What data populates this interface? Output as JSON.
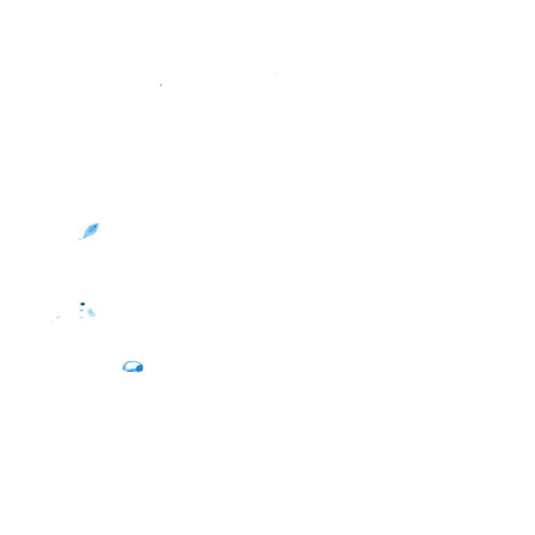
{
  "map": {
    "background_color": "#ffffff",
    "palette": {
      "light": "#c8e6fb",
      "medium": "#8fcdf6",
      "strong": "#46a8ea",
      "deep": "#1d86d4",
      "dark": "#0f4f86"
    },
    "echo_cells": [
      {
        "name": "echo-speck-north",
        "intensity": "strong"
      },
      {
        "name": "echo-speck-north-east",
        "intensity": "light"
      },
      {
        "name": "echo-cell-west",
        "intensity": "medium"
      },
      {
        "name": "echo-cluster-south-west",
        "intensity": "dark"
      },
      {
        "name": "echo-cell-south",
        "intensity": "deep"
      }
    ]
  }
}
